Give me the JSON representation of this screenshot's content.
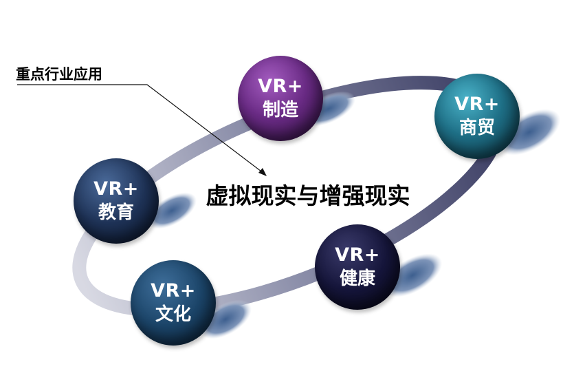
{
  "callout_label": "重点行业应用",
  "center_title": "虚拟现实与增强现实",
  "nodes": [
    {
      "id": "mfg",
      "line1": "VR+",
      "line2": "制造"
    },
    {
      "id": "trade",
      "line1": "VR+",
      "line2": "商贸"
    },
    {
      "id": "edu",
      "line1": "VR+",
      "line2": "教育"
    },
    {
      "id": "health",
      "line1": "VR+",
      "line2": "健康"
    },
    {
      "id": "culture",
      "line1": "VR+",
      "line2": "文化"
    }
  ]
}
